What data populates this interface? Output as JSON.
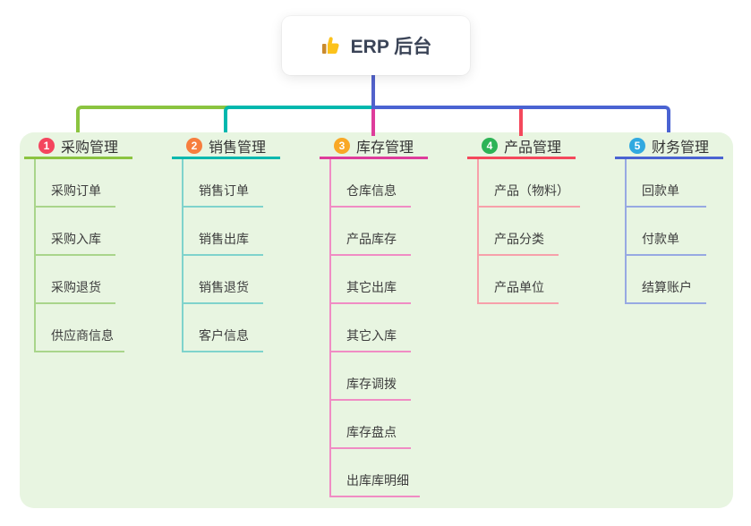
{
  "root": {
    "label": "ERP 后台",
    "icon": "thumbs-up-icon"
  },
  "colors": {
    "panel_bg": "#E8F5E1",
    "root_connector": "#5262CB",
    "branch_label_text": "#333333",
    "child_text": "#3d3d3d",
    "root_text": "#3B4457"
  },
  "branches": [
    {
      "number": "1",
      "label": "采购管理",
      "color": "#8BC440",
      "light": "#A9D58B",
      "badge": "#F4455E",
      "children": [
        "采购订单",
        "采购入库",
        "采购退货",
        "供应商信息"
      ]
    },
    {
      "number": "2",
      "label": "销售管理",
      "color": "#00B8AE",
      "light": "#7FD3CC",
      "badge": "#F77E3E",
      "children": [
        "销售订单",
        "销售出库",
        "销售退货",
        "客户信息"
      ]
    },
    {
      "number": "3",
      "label": "库存管理",
      "color": "#DE3C9B",
      "light": "#F08CC4",
      "badge": "#F9A826",
      "children": [
        "仓库信息",
        "产品库存",
        "其它出库",
        "其它入库",
        "库存调拨",
        "库存盘点",
        "出库库明细"
      ]
    },
    {
      "number": "4",
      "label": "产品管理",
      "color": "#F4485C",
      "light": "#F7A0AA",
      "badge": "#2DB356",
      "children": [
        "产品（物料）",
        "产品分类",
        "产品单位"
      ]
    },
    {
      "number": "5",
      "label": "财务管理",
      "color": "#4A63D2",
      "light": "#97A9E2",
      "badge": "#31A9E0",
      "children": [
        "回款单",
        "付款单",
        "结算账户"
      ]
    }
  ],
  "layout_labels": {
    "diagram_type": "mindmap"
  }
}
